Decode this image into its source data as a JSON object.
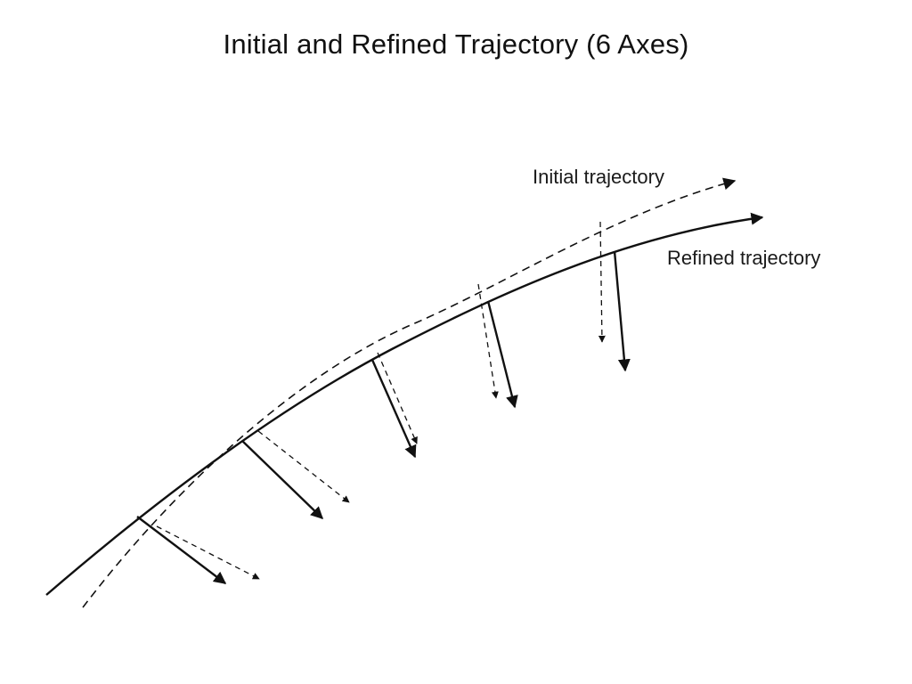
{
  "slide": {
    "title": "Initial and Refined Trajectory (6 Axes)"
  },
  "diagram": {
    "labels": {
      "initial": "Initial trajectory",
      "refined": "Refined trajectory"
    },
    "colors": {
      "stroke": "#111111",
      "text": "#1a1a1a",
      "background": "#ffffff"
    }
  }
}
